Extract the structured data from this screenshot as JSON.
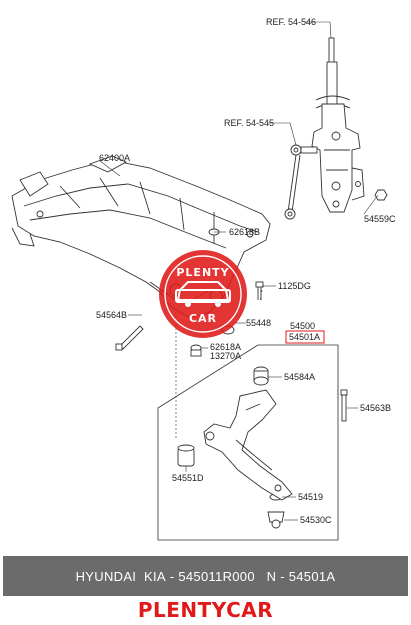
{
  "labels": {
    "ref_546": "REF. 54-546",
    "ref_545": "REF. 54-545",
    "p62400A": "62400A",
    "p62618B": "62618B",
    "p1125DG": "1125DG",
    "p54564B": "54564B",
    "p55448": "55448",
    "p62618A": "62618A",
    "p13270A": "13270A",
    "p54500": "54500",
    "p54501A": "54501A",
    "p54584A": "54584A",
    "p54563B": "54563B",
    "p54551D": "54551D",
    "p54519": "54519",
    "p54530C": "54530C",
    "p54559C": "54559C"
  },
  "watermark": {
    "top_text": "PLENTY",
    "bottom_text": "CAR"
  },
  "footer": {
    "brand": "HYUNDAI  KIA",
    "sep1": " - ",
    "part_number": "545011R000",
    "sep2": "   N - ",
    "ref_number": "54501A"
  },
  "brand_text": "PLENTYCAR",
  "colors": {
    "highlight": "#e01919",
    "bar": "#6b6b6b",
    "line": "#333333"
  }
}
